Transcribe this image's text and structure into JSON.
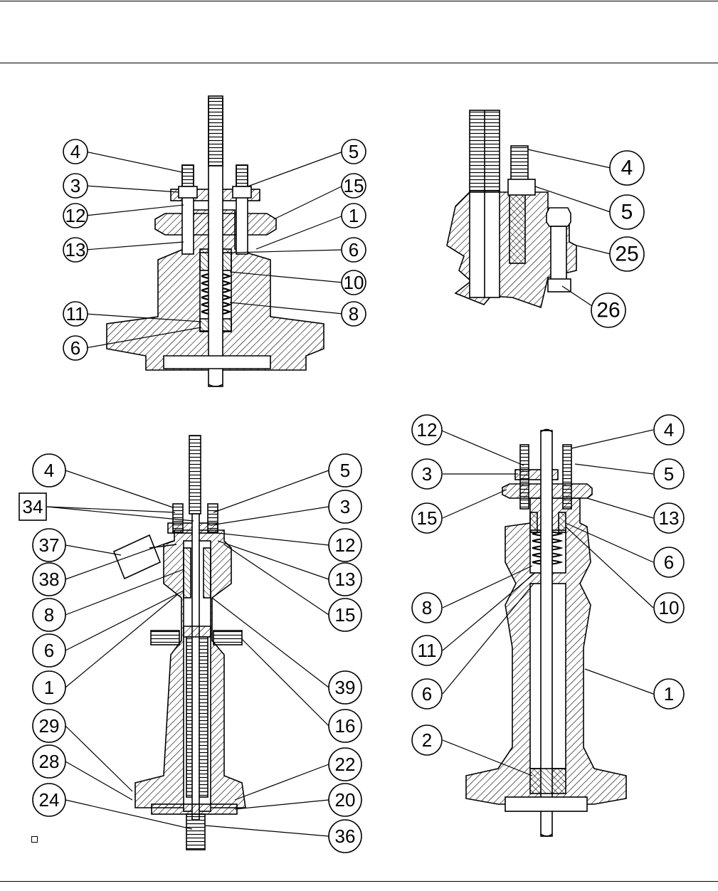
{
  "callouts": {
    "fig_top_left": [
      "4",
      "3",
      "12",
      "13",
      "11",
      "6",
      "5",
      "15",
      "1",
      "6",
      "10",
      "8"
    ],
    "fig_top_right": [
      "4",
      "5",
      "25",
      "26"
    ],
    "fig_bottom_left": [
      "4",
      "34",
      "37",
      "38",
      "8",
      "6",
      "1",
      "29",
      "28",
      "24",
      "5",
      "3",
      "12",
      "13",
      "15",
      "39",
      "16",
      "22",
      "20",
      "36"
    ],
    "fig_bottom_right": [
      "12",
      "3",
      "15",
      "8",
      "11",
      "6",
      "2",
      "4",
      "5",
      "13",
      "6",
      "10",
      "1"
    ]
  },
  "colors": {
    "ink": "#000000",
    "paper": "#ffffff"
  }
}
